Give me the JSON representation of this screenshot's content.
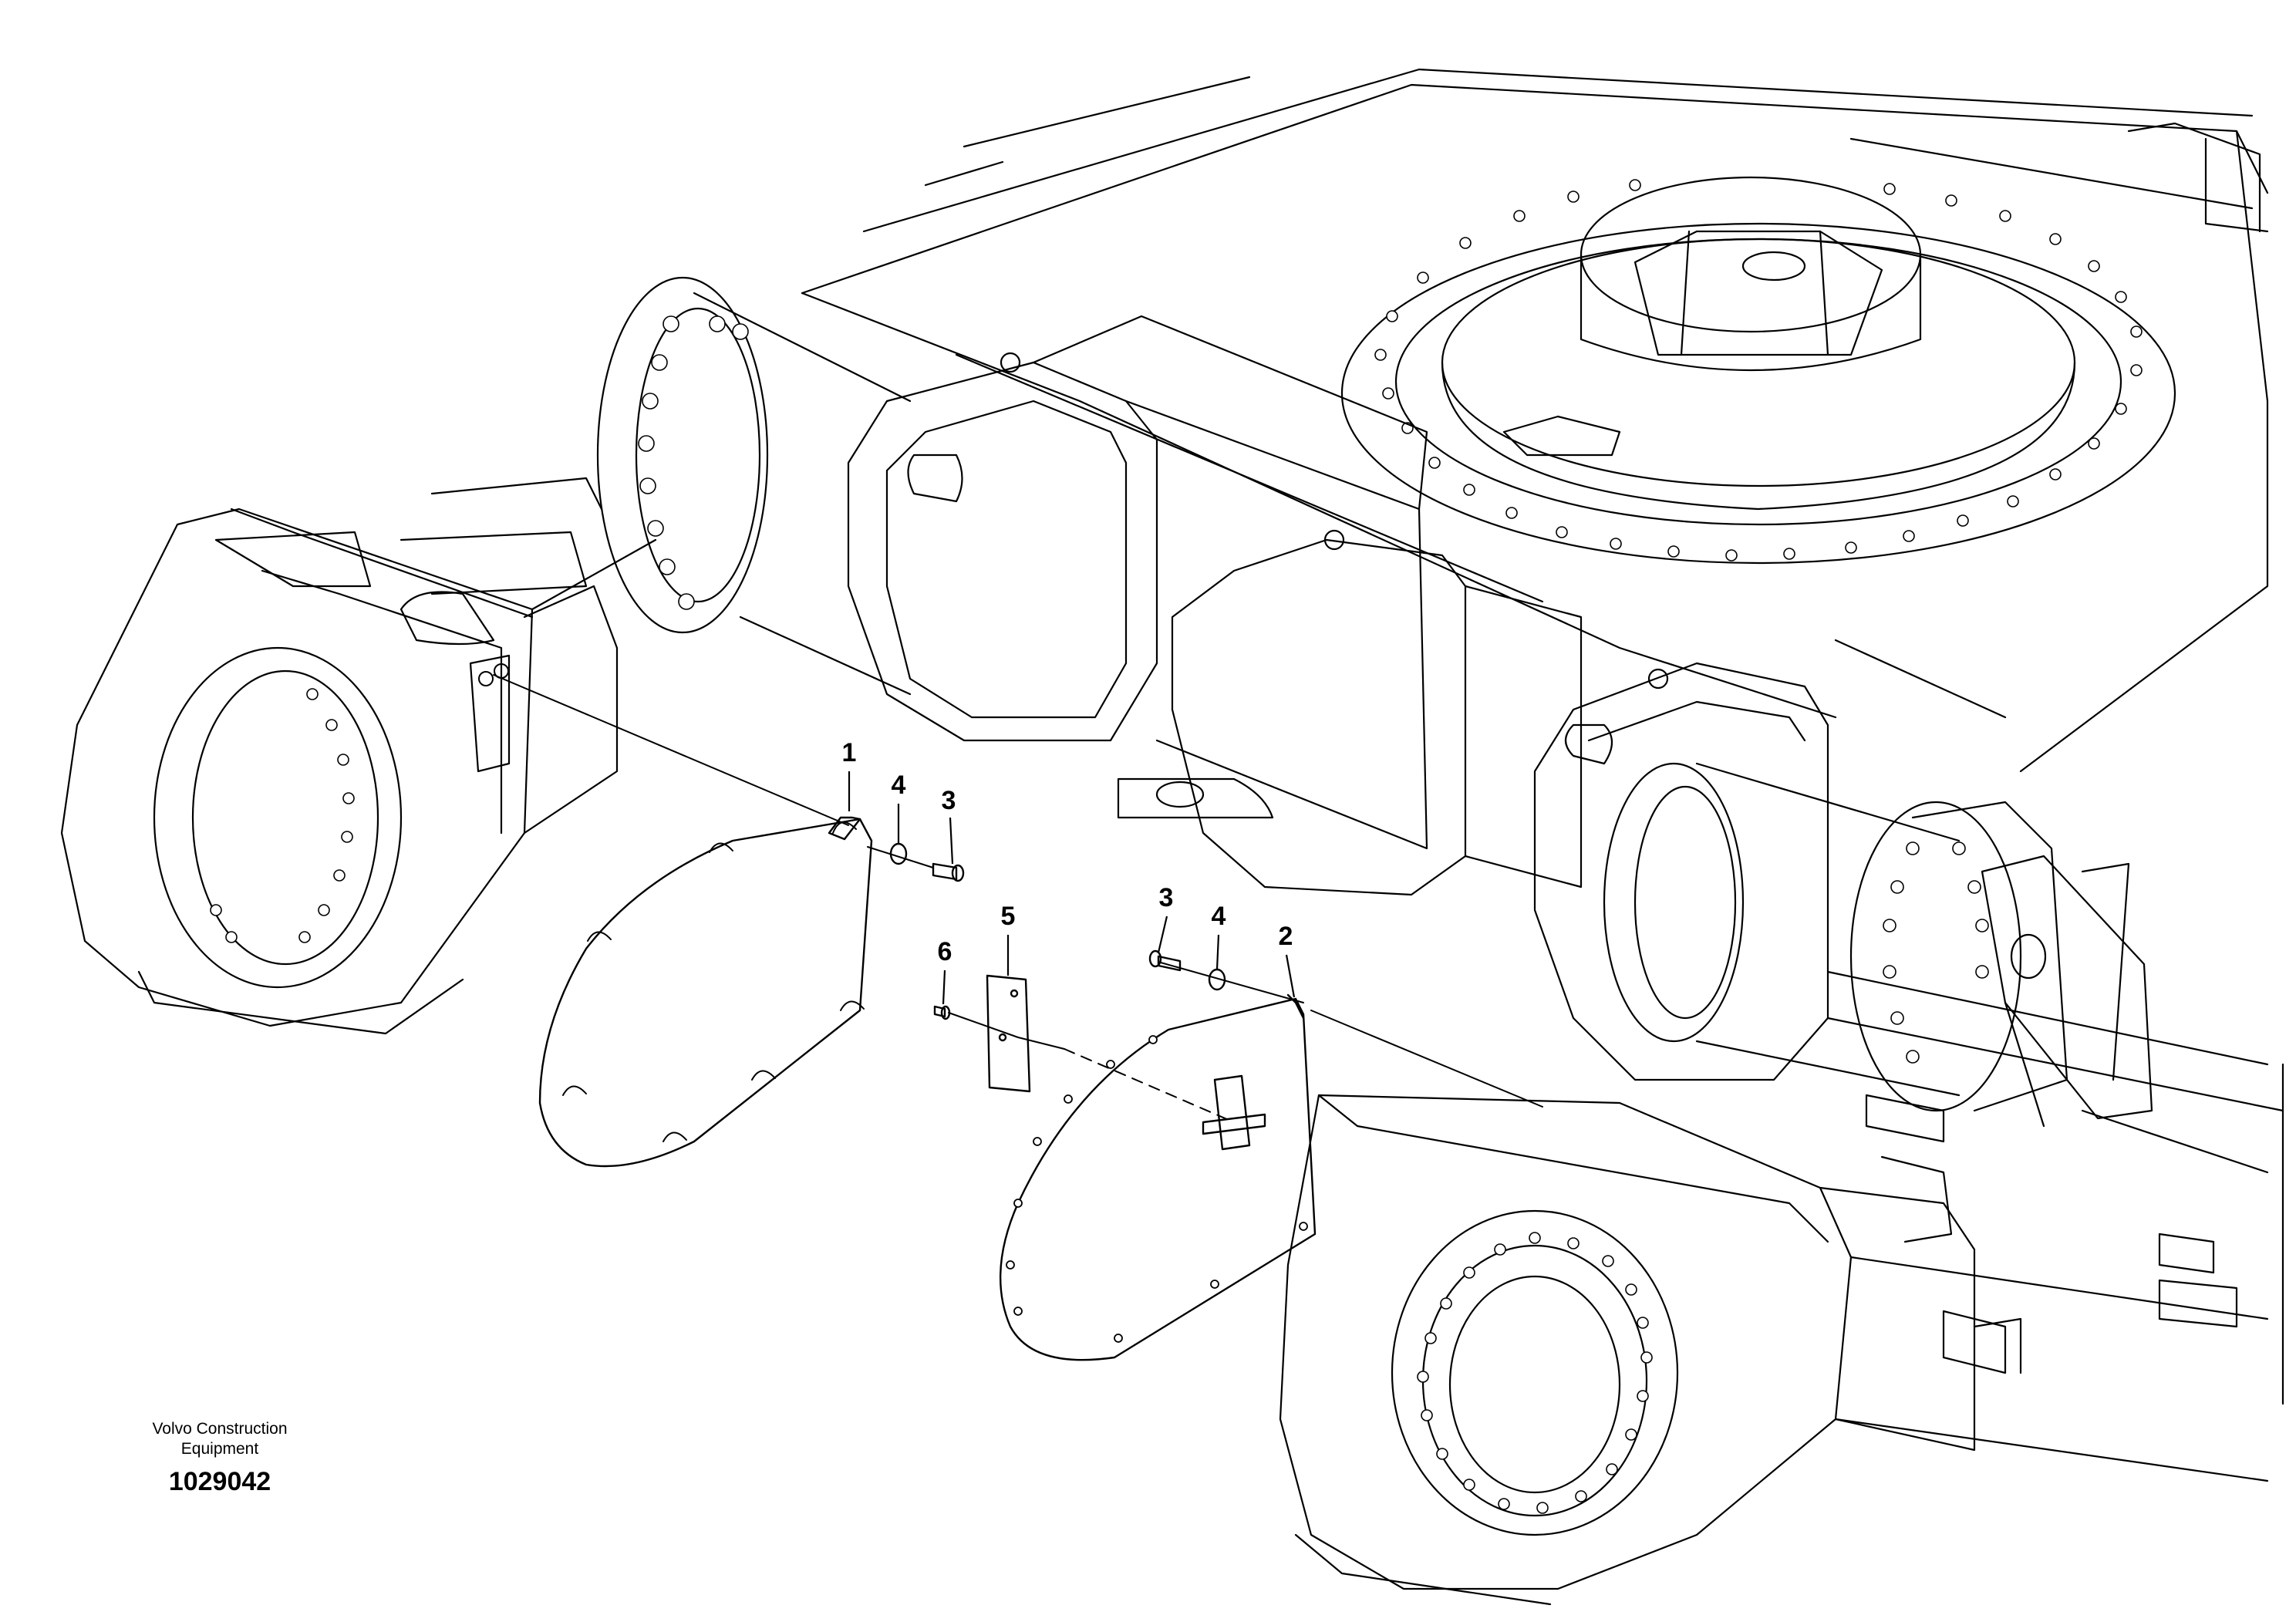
{
  "image": {
    "kind": "exploded parts illustration",
    "subject": "undercarriage frame with track frame cover plates",
    "line_color": "#000000",
    "background_color": "#ffffff"
  },
  "callouts": [
    {
      "label": "1",
      "part": "cover plate, left"
    },
    {
      "label": "4",
      "part": "washer, left"
    },
    {
      "label": "3",
      "part": "bolt, left"
    },
    {
      "label": "5",
      "part": "cover, inspection"
    },
    {
      "label": "6",
      "part": "screw"
    },
    {
      "label": "3",
      "part": "bolt, right"
    },
    {
      "label": "4",
      "part": "washer, right"
    },
    {
      "label": "2",
      "part": "cover plate, right"
    }
  ],
  "caption": {
    "maker_line1": "Volvo Construction",
    "maker_line2": "Equipment",
    "figure_number": "1029042"
  }
}
